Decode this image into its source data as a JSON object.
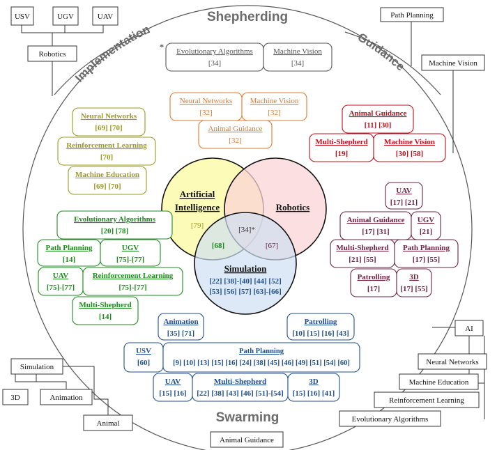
{
  "colors": {
    "gray": "#555555",
    "orange": "#e07a2c",
    "olive": "#9a9a22",
    "red": "#c0101a",
    "green": "#1e8a1e",
    "plum": "#6e2440",
    "blue": "#1f4e8c",
    "yellow_fill": "#fdfbb0",
    "pink_fill": "#fbd4d7",
    "blue_fill": "#cfe0f2"
  },
  "sections": {
    "top": "Shepherding",
    "bottom": "Swarming",
    "left": "Implementation",
    "right": "Guidance"
  },
  "venn": {
    "ai_line1": "Artificial",
    "ai_line2": "Intelligence",
    "robotics": "Robotics",
    "simulation": "Simulation",
    "ai_ref": "[79]",
    "ai_sim_ref": "[68]",
    "center_ref": "[34]*",
    "rob_sim_ref": "[67]",
    "sim_refs1": "[22] [38]-[40] [44] [52]",
    "sim_refs2": "[53] [56] [57] [63]-[66]"
  },
  "asterisk": "*",
  "boxes": {
    "gray_ea": {
      "label": "Evolutionary Algorithms",
      "refs": "[34]"
    },
    "gray_mv": {
      "label": "Machine Vision",
      "refs": "[34]"
    },
    "or_nn": {
      "label": "Neural Networks",
      "refs": "[32]"
    },
    "or_mv": {
      "label": "Machine Vision",
      "refs": "[32]"
    },
    "or_ag": {
      "label": "Animal Guidance",
      "refs": "[32]"
    },
    "ol_nn": {
      "label": "Neural Networks",
      "refs": "[69] [70]"
    },
    "ol_rl": {
      "label": "Reinforcement Learning",
      "refs": "[70]"
    },
    "ol_me": {
      "label": "Machine Education",
      "refs": "[69] [70]"
    },
    "rd_ag": {
      "label": "Animal Guidance",
      "refs": "[11] [30]"
    },
    "rd_ms": {
      "label": "Multi-Shepherd",
      "refs": "[19]"
    },
    "rd_mv": {
      "label": "Machine Vision",
      "refs": "[30] [58]"
    },
    "gr_ea": {
      "label": "Evolutionary Algorithms",
      "refs": "[20] [78]"
    },
    "gr_pp": {
      "label": "Path Planning",
      "refs": "[14]"
    },
    "gr_ugv": {
      "label": "UGV",
      "refs": "[75]-[77]"
    },
    "gr_uav": {
      "label": "UAV",
      "refs": "[75]-[77]"
    },
    "gr_rl": {
      "label": "Reinforcement Learning",
      "refs": "[75]-[77]"
    },
    "gr_ms": {
      "label": "Multi-Shepherd",
      "refs": "[14]"
    },
    "pl_uav": {
      "label": "UAV",
      "refs": "[17] [21]"
    },
    "pl_ag": {
      "label": "Animal Guidance",
      "refs": "[17] [31]"
    },
    "pl_ugv": {
      "label": "UGV",
      "refs": "[21]"
    },
    "pl_ms": {
      "label": "Multi-Shepherd",
      "refs": "[21] [55]"
    },
    "pl_pp": {
      "label": "Path Planning",
      "refs": "[17] [55]"
    },
    "pl_pat": {
      "label": "Patrolling",
      "refs": "[17]"
    },
    "pl_3d": {
      "label": "3D",
      "refs": "[17] [55]"
    },
    "bl_anim": {
      "label": "Animation",
      "refs": "[35] [71]"
    },
    "bl_pat": {
      "label": "Patrolling",
      "refs": "[10] [15] [16] [43]"
    },
    "bl_usv": {
      "label": "USV",
      "refs": "[60]"
    },
    "bl_pp": {
      "label": "Path Planning",
      "refs": "[9] [10] [13] [15] [16] [24] [38] [45] [46] [49] [51] [54] [60]"
    },
    "bl_uav": {
      "label": "UAV",
      "refs": "[15] [16]"
    },
    "bl_ms": {
      "label": "Multi-Shepherd",
      "refs": "[22] [38] [43] [46] [51]-[54]"
    },
    "bl_3d": {
      "label": "3D",
      "refs": "[15] [16] [41]"
    }
  },
  "outer": {
    "usv": "USV",
    "ugv": "UGV",
    "uav": "UAV",
    "robotics": "Robotics",
    "path_planning": "Path Planning",
    "machine_vision": "Machine Vision",
    "ai": "AI",
    "neural_networks": "Neural Networks",
    "machine_education": "Machine Education",
    "reinforcement_learning": "Reinforcement Learning",
    "evolutionary_algorithms": "Evolutionary Algorithms",
    "simulation": "Simulation",
    "sim_3d": "3D",
    "animation": "Animation",
    "animal": "Animal",
    "animal_guidance": "Animal Guidance"
  }
}
